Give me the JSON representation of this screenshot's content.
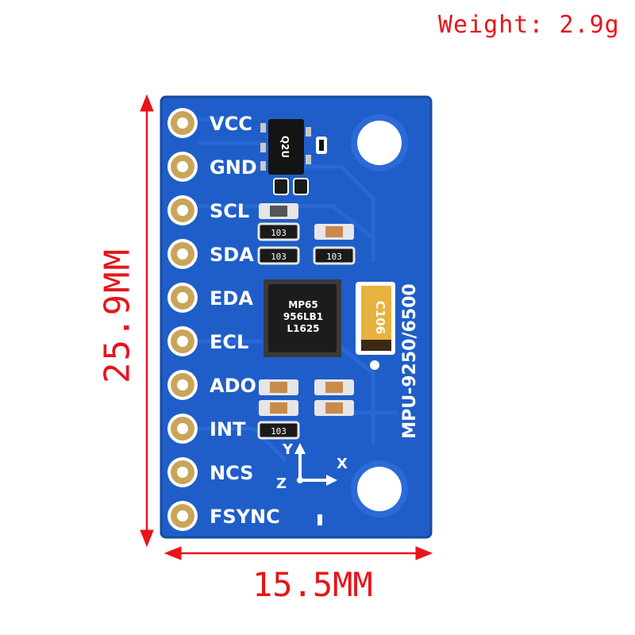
{
  "weight_label": "Weight: 2.9g",
  "height_label": "25.9MM",
  "width_label": "15.5MM",
  "board": {
    "model": "MPU-9250/6500",
    "pins": [
      "VCC",
      "GND",
      "SCL",
      "SDA",
      "EDA",
      "ECL",
      "ADO",
      "INT",
      "NCS",
      "FSYNC"
    ],
    "chip_text": [
      "MP65",
      "956LB1",
      "L1625"
    ],
    "regulator_text": "Q2U",
    "resistor_code": "103",
    "capacitor_code": "C106",
    "axes": {
      "y": "Y",
      "x": "X",
      "z": "Z"
    }
  },
  "colors": {
    "board": "#1f5ec9",
    "dimension": "#e8141b",
    "gold": "#c9a55a"
  }
}
